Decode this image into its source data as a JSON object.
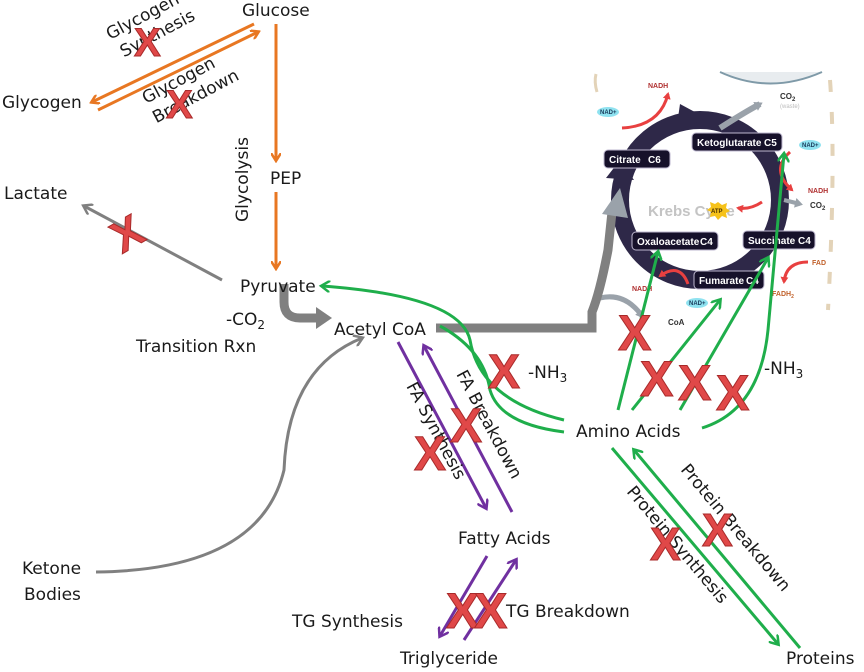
{
  "colors": {
    "orange": "#e87722",
    "green": "#1fae4b",
    "purple": "#7030a0",
    "gray": "#808080",
    "x_red": "#e04848",
    "krebs_dark": "#2e2848"
  },
  "nodes": {
    "glucose": "Glucose",
    "glycogen": "Glycogen",
    "pep": "PEP",
    "lactate": "Lactate",
    "pyruvate": "Pyruvate",
    "acetyl_coa": "Acetyl CoA",
    "amino_acids": "Amino Acids",
    "fatty_acids": "Fatty Acids",
    "triglyceride": "Triglyceride",
    "ketone_bodies_1": "Ketone",
    "ketone_bodies_2": "Bodies",
    "proteins": "Proteins"
  },
  "pathways": {
    "glycogen_synthesis_1": "Glycogen",
    "glycogen_synthesis_2": "Synthesis",
    "glycogen_breakdown_1": "Glycogen",
    "glycogen_breakdown_2": "Breakdown",
    "glycolysis": "Glycolysis",
    "minus_co2": "-CO",
    "co2_sub": "2",
    "transition_rxn": "Transition Rxn",
    "minus_nh3_1": "-NH",
    "nh3_sub_1": "3",
    "minus_nh3_2": "-NH",
    "nh3_sub_2": "3",
    "fa_breakdown": "FA Breakdown",
    "fa_synthesis": "FA Synthesis",
    "tg_synthesis": "TG Synthesis",
    "tg_breakdown": "TG Breakdown",
    "protein_breakdown": "Protein Breakdown",
    "protein_synthesis": "Protein Synthesis"
  },
  "krebs": {
    "title": "Krebs Cycle",
    "citrate": "Citrate",
    "citrate_c": "C6",
    "ketoglutarate": "Ketoglutarate",
    "ketoglutarate_c": "C5",
    "succinate": "Succinate",
    "succinate_c": "C4",
    "fumarate": "Fumarate",
    "fumarate_c": "C4",
    "oxaloacetate": "Oxaloacetate",
    "oxaloacetate_c": "C4",
    "nadh_1": "NADH",
    "nad_1": "NAD+",
    "co2_waste": "CO2",
    "waste": "(waste)",
    "nad_2": "NAD+",
    "nadh_2": "NADH",
    "co2_2": "CO2",
    "atp": "ATP",
    "fad": "FAD",
    "fadh2": "FADH2",
    "nad_3": "NAD+",
    "nadh_3": "NADH",
    "coa": "CoA"
  },
  "blocked_marker": "X"
}
